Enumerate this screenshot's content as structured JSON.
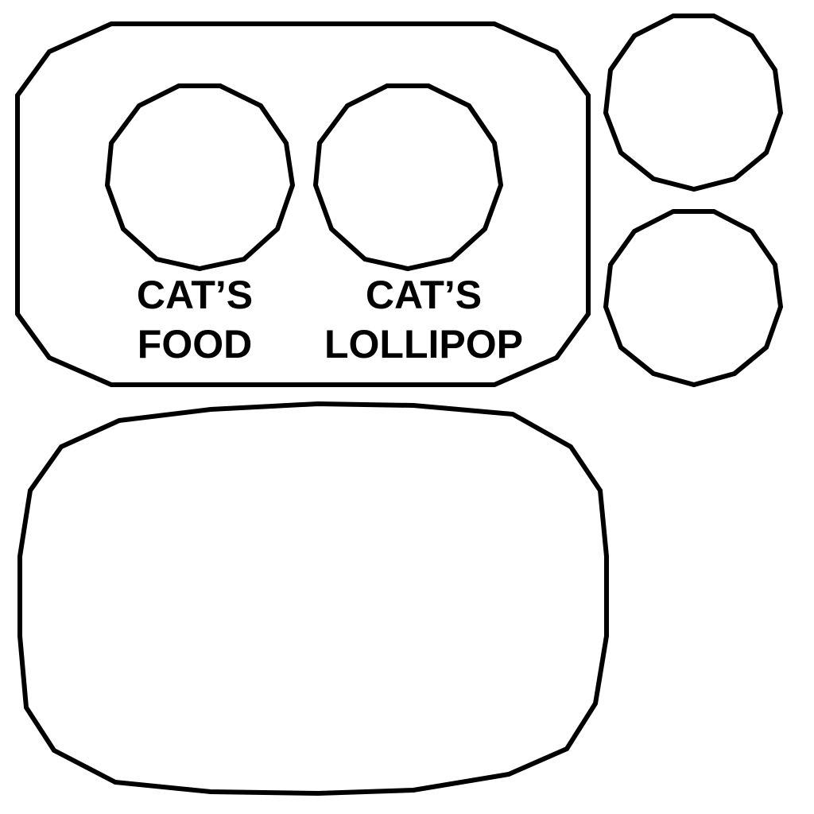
{
  "labels": {
    "food": {
      "line1": "CAT’S",
      "line2": "FOOD"
    },
    "lollipop": {
      "line1": "CAT’S",
      "line2": "LOLLIPOP"
    }
  },
  "colors": {
    "stroke": "#000000",
    "background": "#ffffff"
  }
}
